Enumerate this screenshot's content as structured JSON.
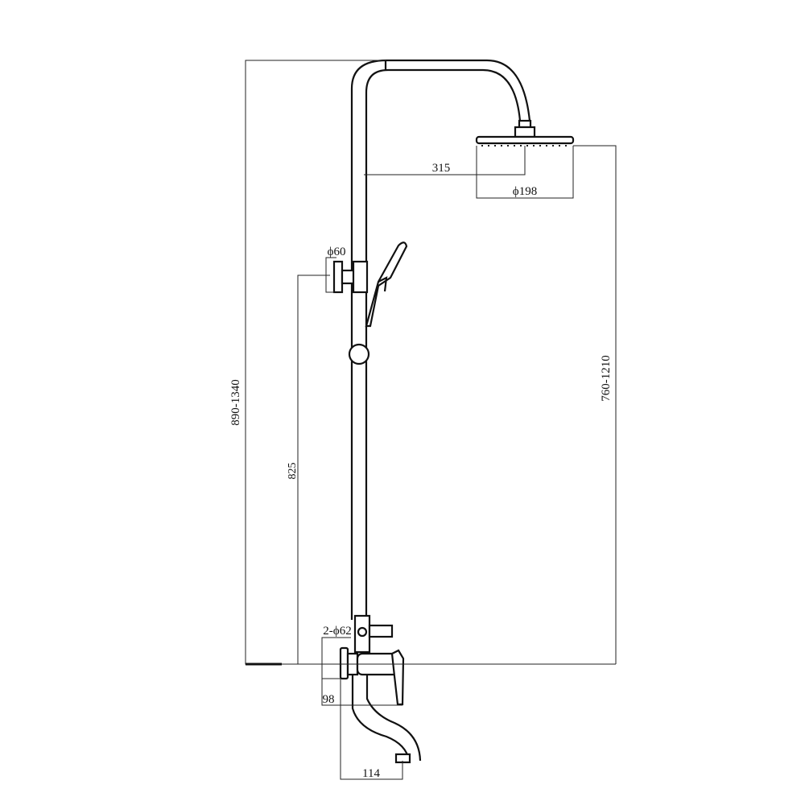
{
  "dimensions": {
    "overall_height": "890-1340",
    "head_height": "760-1210",
    "bracket_height": "825",
    "arm_reach": "315",
    "head_diameter": "ϕ198",
    "bracket_diameter": "ϕ60",
    "flange_diameter": "2-ϕ62",
    "mixer_depth": "98",
    "spout_reach": "114"
  },
  "colors": {
    "line": "#111111",
    "background": "#ffffff"
  }
}
